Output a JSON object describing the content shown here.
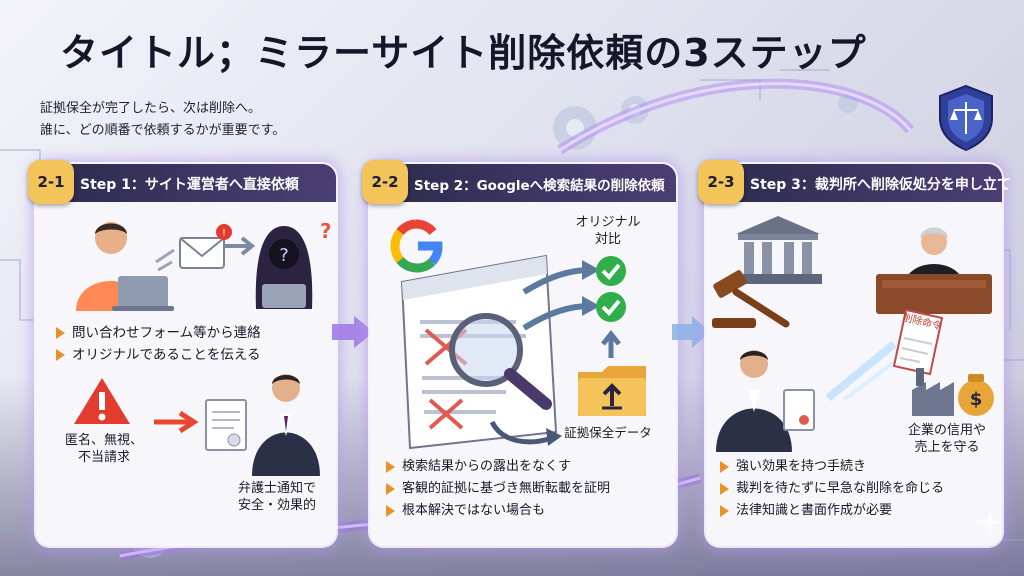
{
  "title": "タイトル；ミラーサイト削除依頼の3ステップ",
  "intro": {
    "line1": "証拠保全が完了したら、次は削除へ。",
    "line2": "誰に、どの順番で依頼するかが重要です。"
  },
  "steps": [
    {
      "badge": "2-1",
      "heading": "Step 1：サイト運営者へ直接依頼",
      "bullets": [
        "問い合わせフォーム等から連絡",
        "オリジナルであることを伝える"
      ],
      "labels": {
        "warning_line1": "匿名、無視、",
        "warning_line2": "不当請求",
        "lawyer_line1": "弁護士通知で",
        "lawyer_line2": "安全・効果的"
      }
    },
    {
      "badge": "2-2",
      "heading": "Step 2：Googleへ検索結果の削除依頼",
      "bullets": [
        "検索結果からの露出をなくす",
        "客観的証拠に基づき無断転載を証明",
        "根本解決ではない場合も"
      ],
      "labels": {
        "original_line1": "オリジナル",
        "original_line2": "対比",
        "evidence": "証拠保全データ"
      }
    },
    {
      "badge": "2-3",
      "heading": "Step 3：裁判所へ削除仮処分を申し立て",
      "bullets": [
        "強い効果を持つ手続き",
        "裁判を待たずに早急な削除を命じる",
        "法律知識と書面作成が必要"
      ],
      "labels": {
        "company_line1": "企業の信用や",
        "company_line2": "売上を守る",
        "order_doc": "削除命令"
      }
    }
  ],
  "colors": {
    "header_dark": "#2b2b4d",
    "badge": "#f3c45a",
    "bullet_marker": "#e8932a",
    "arrow_purple": "#9b6fe0",
    "arrow_blue": "#6fb0e8"
  }
}
